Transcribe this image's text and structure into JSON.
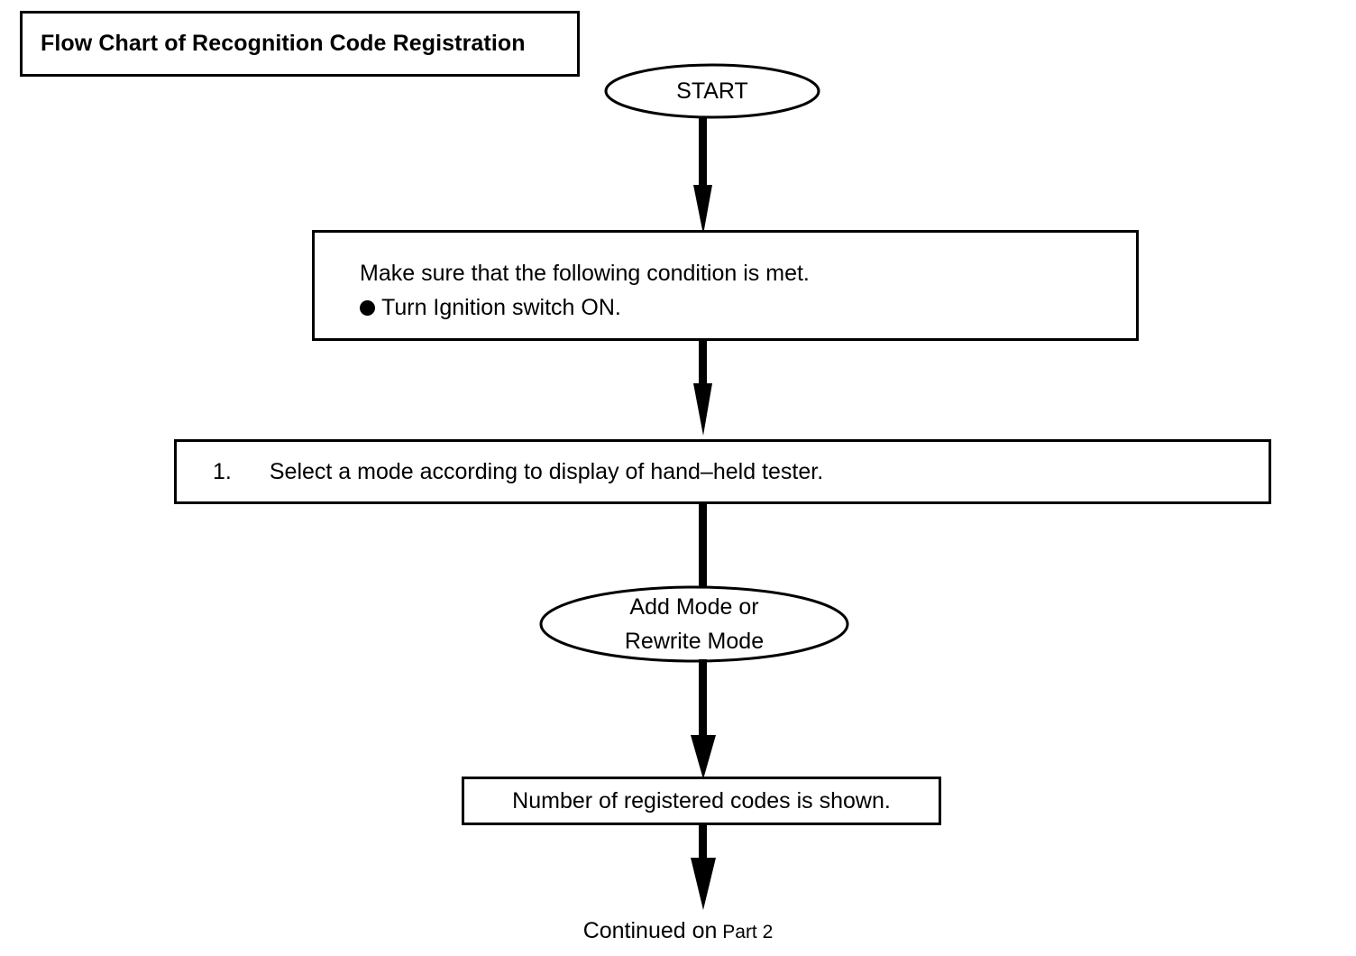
{
  "document": {
    "title_box": "Flow Chart of Recognition Code Registration"
  },
  "flowchart": {
    "type": "flowchart",
    "orientation": "top-to-bottom",
    "nodes": [
      {
        "id": "start",
        "shape": "ellipse",
        "label": "START"
      },
      {
        "id": "condition",
        "shape": "rectangle",
        "line1": "Make sure that the following condition is met.",
        "bullet_icon": "filled-circle-bullet",
        "line2": "Turn Ignition switch ON."
      },
      {
        "id": "step1",
        "shape": "rectangle",
        "number": "1.",
        "label": "Select a mode according to display of hand–held tester."
      },
      {
        "id": "mode",
        "shape": "ellipse",
        "line1": "Add Mode or",
        "line2": "Rewrite Mode"
      },
      {
        "id": "result",
        "shape": "rectangle",
        "label": "Number of registered codes is shown."
      },
      {
        "id": "continued",
        "shape": "text",
        "label": "Continued on",
        "reference": "Part 2"
      }
    ],
    "edges": [
      {
        "from": "start",
        "to": "condition",
        "style": "arrow-down"
      },
      {
        "from": "condition",
        "to": "step1",
        "style": "arrow-down"
      },
      {
        "from": "step1",
        "to": "mode",
        "style": "line-down"
      },
      {
        "from": "mode",
        "to": "result",
        "style": "arrow-down"
      },
      {
        "from": "result",
        "to": "continued",
        "style": "arrow-down"
      }
    ],
    "colors": {
      "stroke": "#000000",
      "fill": "#ffffff",
      "text": "#000000"
    }
  }
}
